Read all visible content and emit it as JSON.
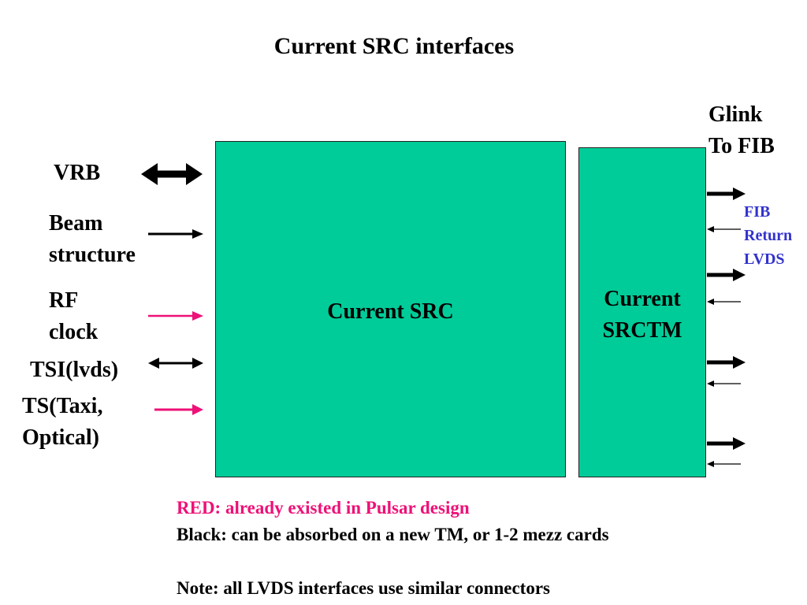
{
  "title": "Current  SRC interfaces",
  "boxes": {
    "src": "Current SRC",
    "srctm_line1": "Current",
    "srctm_line2": "SRCTM"
  },
  "inputs": {
    "vrb": "VRB",
    "beam_line1": "Beam",
    "beam_line2": "structure",
    "rf_line1": "RF",
    "rf_line2": "clock",
    "tsi": "TSI(lvds)",
    "ts_line1": "TS(Taxi,",
    "ts_line2": "Optical)"
  },
  "outputs": {
    "glink_line1": "Glink",
    "glink_line2": "To FIB",
    "fib_line1": "FIB",
    "fib_line2": "Return",
    "fib_line3": "LVDS"
  },
  "legend": {
    "red": "RED: already existed in Pulsar design",
    "black": "Black: can be absorbed on a new TM,  or 1-2 mezz cards",
    "note": "Note: all LVDS interfaces use similar connectors"
  },
  "colors": {
    "box_fill": "#00cc99",
    "red_arrow": "#ee1177",
    "fib_text": "#3333cc"
  }
}
